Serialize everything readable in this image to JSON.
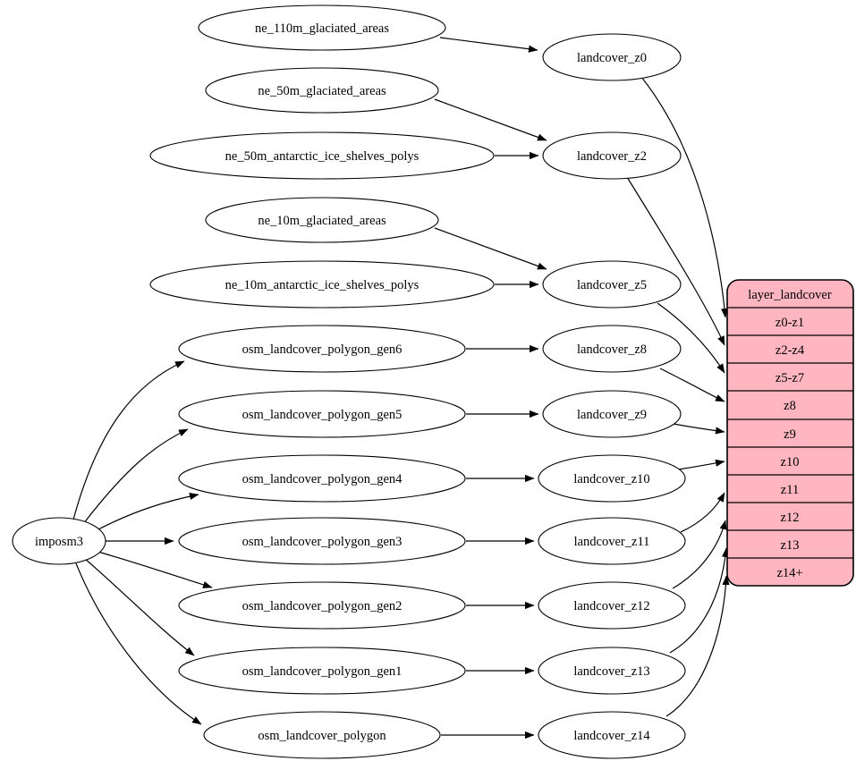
{
  "diagram_type": "graphviz-etl-dependency-graph",
  "colors": {
    "background": "#ffffff",
    "edge_stroke": "#000000",
    "node_fill": "#ffffff",
    "node_stroke": "#000000",
    "table_fill": "#ffb6c1",
    "text": "#000000"
  },
  "nodes": {
    "root": {
      "label": "imposm3"
    },
    "sources": [
      {
        "label": "ne_110m_glaciated_areas"
      },
      {
        "label": "ne_50m_glaciated_areas"
      },
      {
        "label": "ne_50m_antarctic_ice_shelves_polys"
      },
      {
        "label": "ne_10m_glaciated_areas"
      },
      {
        "label": "ne_10m_antarctic_ice_shelves_polys"
      },
      {
        "label": "osm_landcover_polygon_gen6"
      },
      {
        "label": "osm_landcover_polygon_gen5"
      },
      {
        "label": "osm_landcover_polygon_gen4"
      },
      {
        "label": "osm_landcover_polygon_gen3"
      },
      {
        "label": "osm_landcover_polygon_gen2"
      },
      {
        "label": "osm_landcover_polygon_gen1"
      },
      {
        "label": "osm_landcover_polygon"
      }
    ],
    "intermediates": [
      {
        "label": "landcover_z0"
      },
      {
        "label": "landcover_z2"
      },
      {
        "label": "landcover_z5"
      },
      {
        "label": "landcover_z8"
      },
      {
        "label": "landcover_z9"
      },
      {
        "label": "landcover_z10"
      },
      {
        "label": "landcover_z11"
      },
      {
        "label": "landcover_z12"
      },
      {
        "label": "landcover_z13"
      },
      {
        "label": "landcover_z14"
      }
    ],
    "table": {
      "title": "layer_landcover",
      "rows": [
        "z0-z1",
        "z2-z4",
        "z5-z7",
        "z8",
        "z9",
        "z10",
        "z11",
        "z12",
        "z13",
        "z14+"
      ]
    }
  },
  "edges": [
    {
      "from": "ne_110m_glaciated_areas",
      "to": "landcover_z0"
    },
    {
      "from": "ne_50m_glaciated_areas",
      "to": "landcover_z2"
    },
    {
      "from": "ne_50m_antarctic_ice_shelves_polys",
      "to": "landcover_z2"
    },
    {
      "from": "ne_10m_glaciated_areas",
      "to": "landcover_z5"
    },
    {
      "from": "ne_10m_antarctic_ice_shelves_polys",
      "to": "landcover_z5"
    },
    {
      "from": "imposm3",
      "to": "osm_landcover_polygon_gen6"
    },
    {
      "from": "imposm3",
      "to": "osm_landcover_polygon_gen5"
    },
    {
      "from": "imposm3",
      "to": "osm_landcover_polygon_gen4"
    },
    {
      "from": "imposm3",
      "to": "osm_landcover_polygon_gen3"
    },
    {
      "from": "imposm3",
      "to": "osm_landcover_polygon_gen2"
    },
    {
      "from": "imposm3",
      "to": "osm_landcover_polygon_gen1"
    },
    {
      "from": "imposm3",
      "to": "osm_landcover_polygon"
    },
    {
      "from": "osm_landcover_polygon_gen6",
      "to": "landcover_z8"
    },
    {
      "from": "osm_landcover_polygon_gen5",
      "to": "landcover_z9"
    },
    {
      "from": "osm_landcover_polygon_gen4",
      "to": "landcover_z10"
    },
    {
      "from": "osm_landcover_polygon_gen3",
      "to": "landcover_z11"
    },
    {
      "from": "osm_landcover_polygon_gen2",
      "to": "landcover_z12"
    },
    {
      "from": "osm_landcover_polygon_gen1",
      "to": "landcover_z13"
    },
    {
      "from": "osm_landcover_polygon",
      "to": "landcover_z14"
    },
    {
      "from": "landcover_z0",
      "to": "layer_landcover:z0-z1"
    },
    {
      "from": "landcover_z2",
      "to": "layer_landcover:z2-z4"
    },
    {
      "from": "landcover_z5",
      "to": "layer_landcover:z5-z7"
    },
    {
      "from": "landcover_z8",
      "to": "layer_landcover:z8"
    },
    {
      "from": "landcover_z9",
      "to": "layer_landcover:z9"
    },
    {
      "from": "landcover_z10",
      "to": "layer_landcover:z10"
    },
    {
      "from": "landcover_z11",
      "to": "layer_landcover:z11"
    },
    {
      "from": "landcover_z12",
      "to": "layer_landcover:z12"
    },
    {
      "from": "landcover_z13",
      "to": "layer_landcover:z13"
    },
    {
      "from": "landcover_z14",
      "to": "layer_landcover:z14+"
    }
  ]
}
